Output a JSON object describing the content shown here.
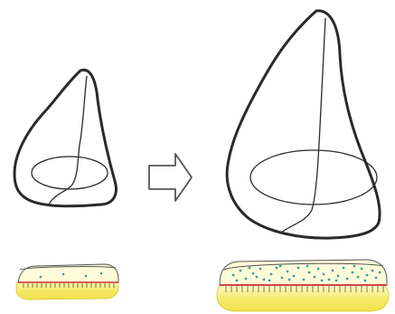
{
  "colors": {
    "outline": "#2a2a2a",
    "tissue_light": "#fbf9c6",
    "tissue_base": "#f4e95a",
    "tissue_edge": "#d9c21f",
    "basal_line": "#cc2f2f",
    "dots": "#3aa39b",
    "cell_outline": "#555555"
  },
  "diagram": {
    "before_shape_icon": "small-leaf-shape",
    "arrow_icon": "right-arrow-icon",
    "after_shape_icon": "large-leaf-shape",
    "before_section_icon": "thin-tissue-cross-section",
    "after_section_icon": "thick-tissue-cross-section",
    "dots_before_count_shown": 4,
    "dots_after_count_shown": 40
  }
}
